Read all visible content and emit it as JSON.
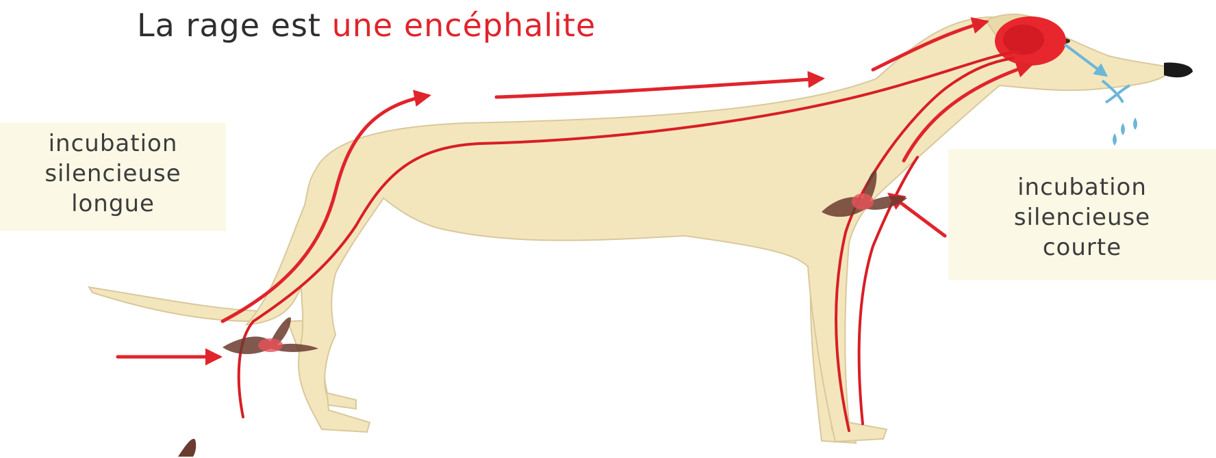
{
  "title": {
    "prefix": "La rage est",
    "highlight": "une encéphalite"
  },
  "labels": {
    "long": [
      "incubation",
      "silencieuse",
      "longue"
    ],
    "short": [
      "incubation",
      "silencieuse",
      "courte"
    ]
  },
  "colors": {
    "body": "#f3e6bd",
    "nerve": "#d81e25",
    "arrow": "#e0242c",
    "saliva": "#6cb6d8",
    "bat": "#6b3b2f",
    "labelBg": "#fbf8e6",
    "text": "#3c3c3c"
  }
}
